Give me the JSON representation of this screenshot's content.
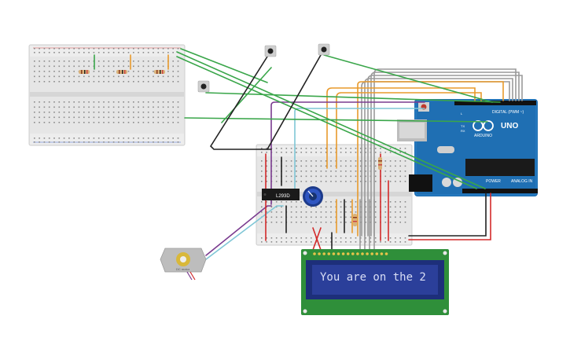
{
  "colors": {
    "breadboard": "#e6e6e6",
    "arduino": "#1f6fb3",
    "lcd_board": "#2f8f3a",
    "lcd_screen": "#2b3f9a",
    "wire_green": "#3aa64a",
    "wire_black": "#222222",
    "wire_orange": "#e89a2c",
    "wire_gray": "#9a9a9a",
    "wire_red": "#d32a2a",
    "wire_purple": "#7a3b8f",
    "wire_cyan": "#7fc6d6"
  },
  "arduino": {
    "brand": "ARDUINO",
    "model": "UNO",
    "header_digital": "DIGITAL (PWM ~)",
    "header_power": "POWER",
    "header_analog": "ANALOG IN",
    "tx_label": "TX",
    "rx_label": "RX",
    "l_label": "L"
  },
  "driver_chip": {
    "label": "L293D"
  },
  "motor": {
    "label": "DC motor"
  },
  "lcd": {
    "text": "You are on the 2"
  },
  "icons": {
    "button": "pushbutton-icon",
    "potentiometer": "potentiometer-icon",
    "resistor": "resistor-icon",
    "motor": "dc-motor-icon"
  }
}
